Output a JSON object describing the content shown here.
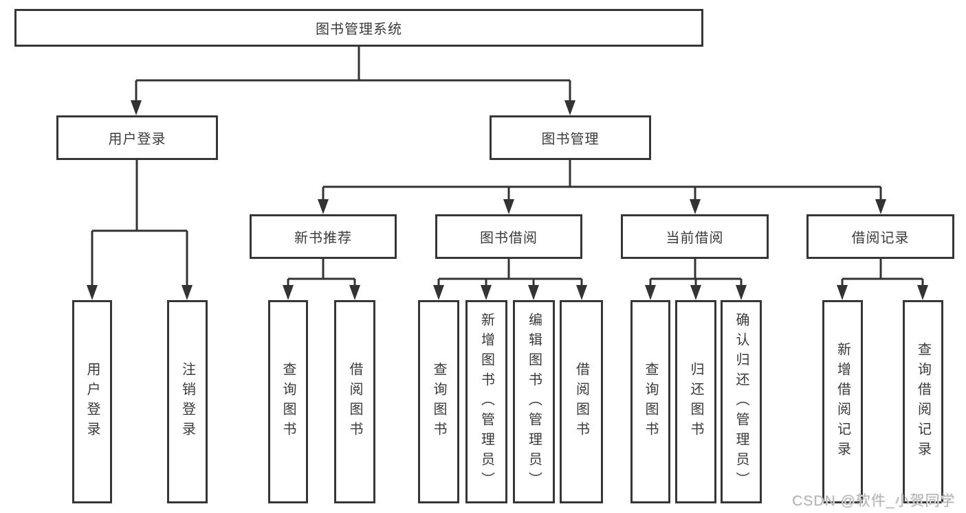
{
  "diagram": {
    "type": "hierarchy-chart",
    "title": "图书管理系统",
    "tree": {
      "图书管理系统": [
        "用户登录",
        "图书管理"
      ],
      "用户登录": [
        "用户登录",
        "注销登录"
      ],
      "图书管理": [
        "新书推荐",
        "图书借阅",
        "当前借阅",
        "借阅记录"
      ],
      "新书推荐": [
        "查询图书",
        "借阅图书"
      ],
      "图书借阅": [
        "查询图书",
        "新增图书（管理员）",
        "编辑图书（管理员）",
        "借阅图书"
      ],
      "当前借阅": [
        "查询图书",
        "归还图书",
        "确认归还（管理员）"
      ],
      "借阅记录": [
        "新增借阅记录",
        "查询借阅记录"
      ]
    }
  },
  "nodes": {
    "root": "图书管理系统",
    "user_login": "用户登录",
    "book_mgmt": "图书管理",
    "new_book_rec": "新书推荐",
    "book_borrow": "图书借阅",
    "current_borrow": "当前借阅",
    "borrow_records": "借阅记录",
    "ul_login": "用户登录",
    "ul_logout": "注销登录",
    "nr_query": "查询图书",
    "nr_borrow": "借阅图书",
    "bb_query": "查询图书",
    "bb_add": "新增图书（管理员）",
    "bb_edit": "编辑图书（管理员）",
    "bb_borrow": "借阅图书",
    "cb_query": "查询图书",
    "cb_return": "归还图书",
    "cb_confirm": "确认归还（管理员）",
    "br_add": "新增借阅记录",
    "br_query": "查询借阅记录"
  },
  "watermark": {
    "text": "CSDN @软件_小贺同学",
    "color": "#b5b5b5"
  },
  "colors": {
    "line": "#333333",
    "box_border": "#363636",
    "text": "#3a3a3a",
    "background": "#ffffff"
  }
}
